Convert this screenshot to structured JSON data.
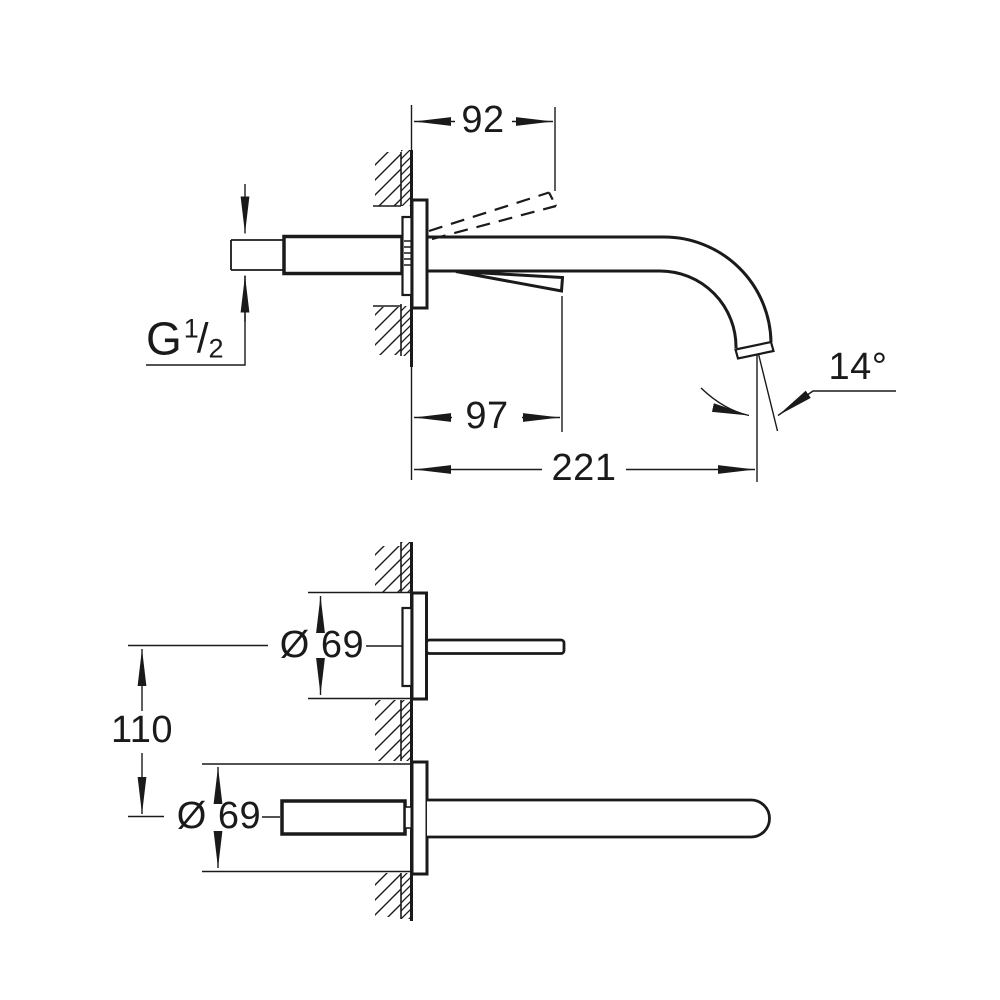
{
  "drawing": {
    "type": "technical-dimension-drawing",
    "subject": "wall-mounted two-hole basin mixer (spout and lever handle), side and front elevations",
    "colors": {
      "ink": "#1a1a1a",
      "background": "#ffffff"
    },
    "side_view": {
      "name": "side elevation with wall section",
      "dims": {
        "reach_92": "92",
        "reach_97": "97",
        "reach_221": "221",
        "angle_14": "14°"
      },
      "thread": {
        "prefix": "G",
        "numerator": "1",
        "slash": "/",
        "denominator": "2"
      }
    },
    "front_view": {
      "name": "front elevation with wall section",
      "dims": {
        "dia_handle": "Ø 69",
        "dia_spout": "Ø 69",
        "center_distance_110": "110"
      }
    }
  }
}
